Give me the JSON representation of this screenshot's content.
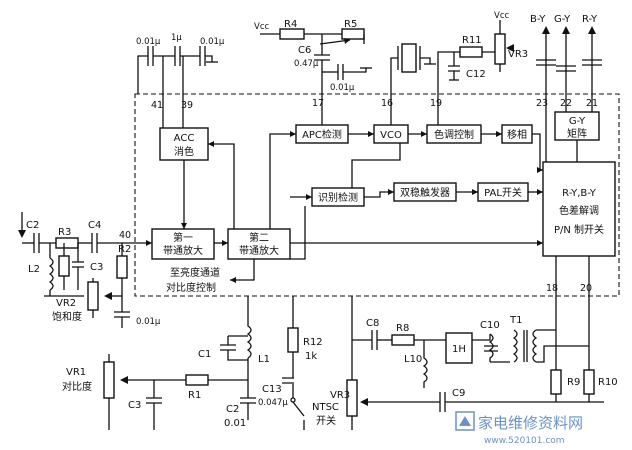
{
  "blocks": {
    "acc": [
      "ACC",
      "消色"
    ],
    "bp1": [
      "第一",
      "带通放大"
    ],
    "bp2": [
      "第二",
      "带通放大"
    ],
    "apc": "APC检测",
    "vco": "VCO",
    "hue": "色调控制",
    "shift": "移相",
    "gy": [
      "G-Y",
      "矩阵"
    ],
    "demod": [
      "R-Y,B-Y",
      "色差解调",
      "P/N 制开关"
    ],
    "ident": "识别检测",
    "bistable": "双稳触发器",
    "pal": "PAL开关",
    "h1": "1H"
  },
  "labels": {
    "vcc1": "Vcc",
    "vcc2": "Vcc",
    "r4": "R4",
    "r5": "R5",
    "c6": "C6",
    "c6v": "0.47μ",
    "c6b": "0.01μ",
    "r11": "R11",
    "vr3a": "VR3",
    "c12": "C12",
    "by": "B-Y",
    "gy": "G-Y",
    "ry": "R-Y",
    "cap1": "0.01μ",
    "cap2": "1μ",
    "cap3": "0.01μ",
    "c2": "C2",
    "r3": "R3",
    "c4": "C4",
    "l2": "L2",
    "c3a": "C3",
    "r2": "R2",
    "vr2": "VR2",
    "sat": "饱和度",
    "c001": "0.01μ",
    "luma1": "至亮度通道",
    "luma2": "对比度控制",
    "c1": "C1",
    "l1": "L1",
    "r12": "R12",
    "r12v": "1k",
    "c13": "C13",
    "c13v": "0.047μ",
    "c2b": "C2",
    "c2bv": "0.01",
    "vr1": "VR1",
    "contrast": "对比度",
    "c3b": "C3",
    "r1": "R1",
    "ntsc1": "NTSC",
    "ntsc2": "开关",
    "vr3b": "VR3",
    "c9": "C9",
    "c8": "C8",
    "r8": "R8",
    "l10": "L10",
    "c10": "C10",
    "t1": "T1",
    "r9": "R9",
    "r10": "R10"
  },
  "pins": {
    "p41": "41",
    "p39": "39",
    "p17": "17",
    "p16": "16",
    "p19": "19",
    "p23": "23",
    "p22": "22",
    "p21": "21",
    "p40": "40",
    "p18": "18",
    "p20": "20"
  },
  "watermark": {
    "text": "家电维修资料网",
    "url": "www.520101.com"
  }
}
